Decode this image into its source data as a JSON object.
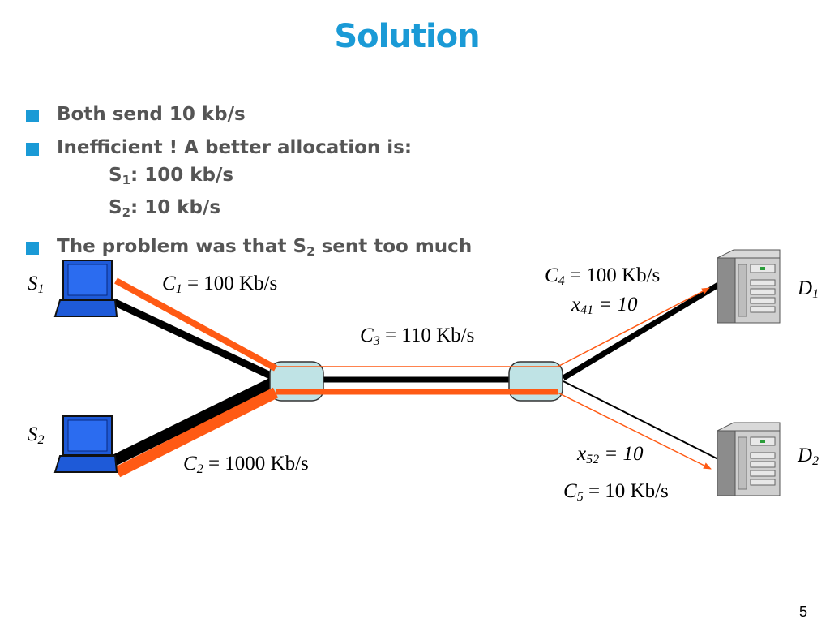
{
  "title": "Solution",
  "bullets": {
    "b1": "Both send 10 kb/s",
    "b2": "Inefficient !  A better allocation is:",
    "s1_prefix": "S",
    "s1_sub": "1",
    "s1_rest": ": 100 kb/s",
    "s2_prefix": "S",
    "s2_sub": "2",
    "s2_rest": ": 10 kb/s",
    "b3_pre": "The problem was that S",
    "b3_sub": "2",
    "b3_post": " sent too much"
  },
  "nodes": {
    "s1": {
      "name": "S",
      "sub": "1"
    },
    "s2": {
      "name": "S",
      "sub": "2"
    },
    "d1": {
      "name": "D",
      "sub": "1"
    },
    "d2": {
      "name": "D",
      "sub": "2"
    }
  },
  "links": {
    "c1": {
      "name": "C",
      "sub": "1",
      "value": " = 100 Kb/s"
    },
    "c2": {
      "name": "C",
      "sub": "2",
      "value": " = 1000 Kb/s"
    },
    "c3": {
      "name": "C",
      "sub": "3",
      "value": " = 110 Kb/s"
    },
    "c4": {
      "name": "C",
      "sub": "4",
      "value": " = 100 Kb/s"
    },
    "c5": {
      "name": "C",
      "sub": "5",
      "value": " = 10 Kb/s"
    }
  },
  "flows": {
    "x41": {
      "name": "x",
      "sub": "41",
      "value": " = 10"
    },
    "x52": {
      "name": "x",
      "sub": "52",
      "value": " = 10"
    }
  },
  "page_number": "5",
  "colors": {
    "accent": "#1a9ad6",
    "flow": "#ff5a14",
    "router": "#bfe3e5",
    "laptop": "#1e5ad8"
  }
}
